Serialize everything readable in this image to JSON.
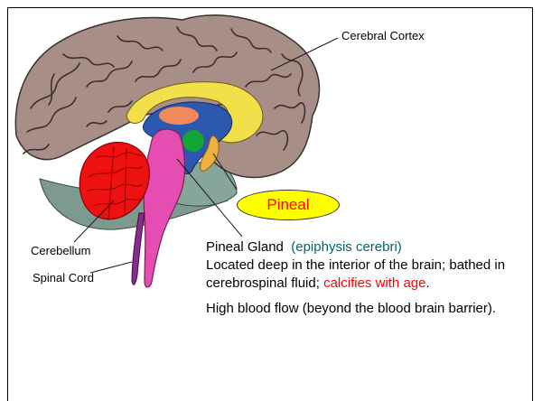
{
  "labels": {
    "cerebral_cortex": "Cerebral Cortex",
    "cerebellum": "Cerebellum",
    "spinal_cord": "Spinal Cord",
    "pineal_badge": "Pineal"
  },
  "description": {
    "heading_main": "Pineal Gland",
    "heading_alt": "(epiphysis cerebri)",
    "location_text": "Located deep in the interior of the brain; bathed in cerebrospinal fluid;",
    "calcify_text": "calcifies with age",
    "calcify_period": ".",
    "flow_text": "High blood flow (beyond the blood brain barrier)."
  },
  "colors": {
    "cortex": "#a78f87",
    "cortex_outline": "#3a3030",
    "cerebellum": "#ee1111",
    "brainstem": "#e64db3",
    "corpus_callosum": "#f2e04a",
    "ventricle": "#2d58b0",
    "thalamus": "#f08a5a",
    "green_body": "#13a538",
    "pineal_body": "#f0b040",
    "badge_fill": "#ffff00",
    "badge_text": "#ff0000",
    "alt_heading": "#006666",
    "warning": "#ff0000"
  }
}
